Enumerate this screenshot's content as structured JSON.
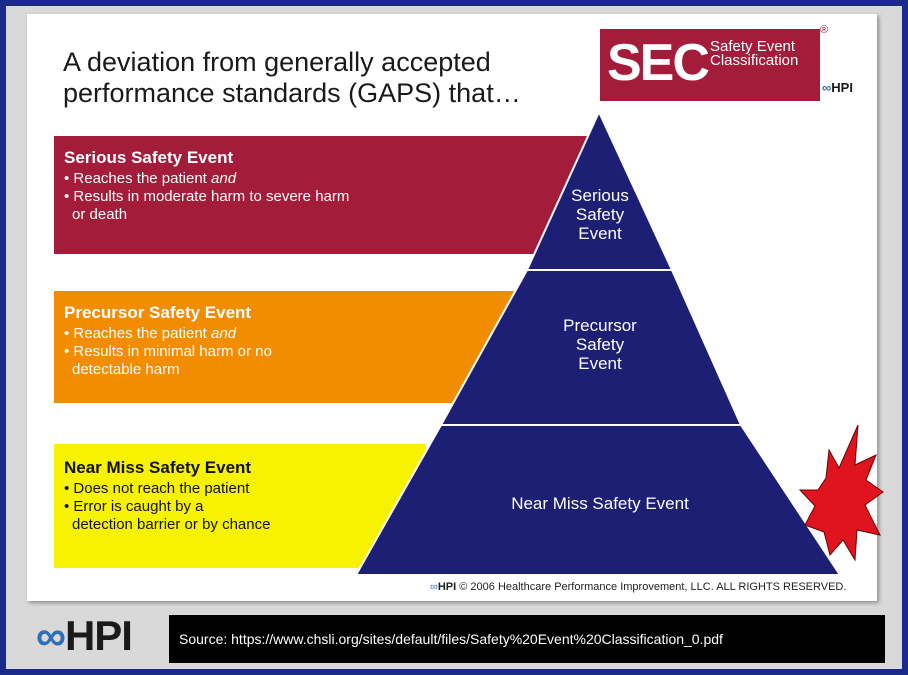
{
  "title": "A deviation from generally accepted performance standards (GAPS) that…",
  "logo": {
    "sec": "SEC",
    "sec_text": "Safety Event Classification",
    "registered": "®",
    "hpi_small": "HPI"
  },
  "bands": [
    {
      "title": "Serious Safety Event",
      "lines": [
        "• Reaches the patient and",
        "• Results in moderate harm to severe harm",
        "  or death"
      ]
    },
    {
      "title": "Precursor Safety Event",
      "lines": [
        "• Reaches the patient and",
        "• Results in minimal harm or no",
        "  detectable harm"
      ]
    },
    {
      "title": "Near Miss Safety Event",
      "lines": [
        "• Does not reach the patient",
        "• Error is caught by a",
        "  detection barrier or by chance"
      ]
    }
  ],
  "pyramid": {
    "top": "Serious Safety Event",
    "middle": "Precursor Safety Event",
    "bottom": "Near Miss Safety Event"
  },
  "copyright": "© 2006 Healthcare Performance Improvement, LLC. ALL RIGHTS RESERVED.",
  "copyright_logo": "HPI",
  "footer_logo": "HPI",
  "source": "Source: https://www.chsli.org/sites/default/files/Safety%20Event%20Classification_0.pdf",
  "colors": {
    "frame": "#1a2a8a",
    "serious": "#a31c3a",
    "precursor": "#f28c00",
    "nearmiss": "#f7f200",
    "pyramid": "#1c1f73",
    "burst": "#e0141e"
  }
}
